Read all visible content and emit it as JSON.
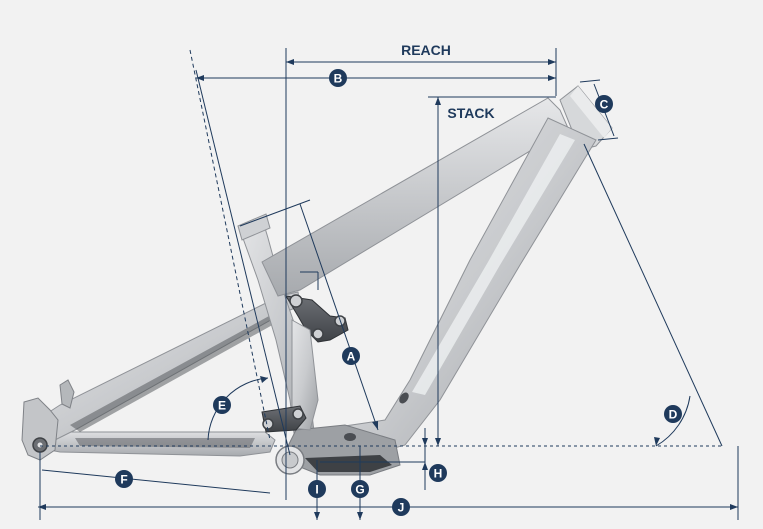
{
  "colors": {
    "background": "#f2f2f2",
    "dimension_line": "#1f3a5c",
    "badge_fill": "#1f3a5c",
    "badge_text": "#ffffff",
    "frame_light": "#d4d6d9",
    "frame_mid": "#b9bcc0",
    "frame_dark": "#8d9095",
    "shock": "#5a5d62"
  },
  "labels": {
    "reach": "REACH",
    "stack": "STACK"
  },
  "badges": {
    "A": "A",
    "B": "B",
    "C": "C",
    "D": "D",
    "E": "E",
    "F": "F",
    "G": "G",
    "H": "H",
    "I": "I",
    "J": "J"
  }
}
